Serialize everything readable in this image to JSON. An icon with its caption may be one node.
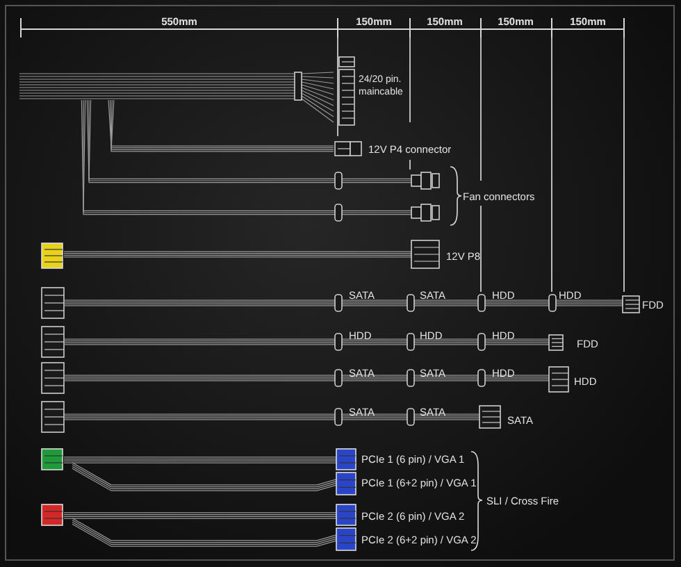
{
  "diagram": {
    "labels": [
      "550mm",
      "150mm",
      "150mm",
      "150mm",
      "150mm",
      "24/20 pin. maincable",
      "12V P4 connector",
      "Fan connectors",
      "12V P8",
      "SATA",
      "SATA",
      "HDD",
      "HDD",
      "FDD",
      "HDD",
      "HDD",
      "HDD",
      "FDD",
      "SATA",
      "SATA",
      "HDD",
      "HDD",
      "SATA",
      "SATA",
      "SATA",
      "PCIe 1 (6 pin) / VGA 1",
      "PCIe 1 (6+2 pin) / VGA 1",
      "SLI / Cross Fire",
      "PCIe 2 (6 pin) / VGA 2",
      "PCIe 2 (6+2 pin) / VGA 2"
    ]
  }
}
